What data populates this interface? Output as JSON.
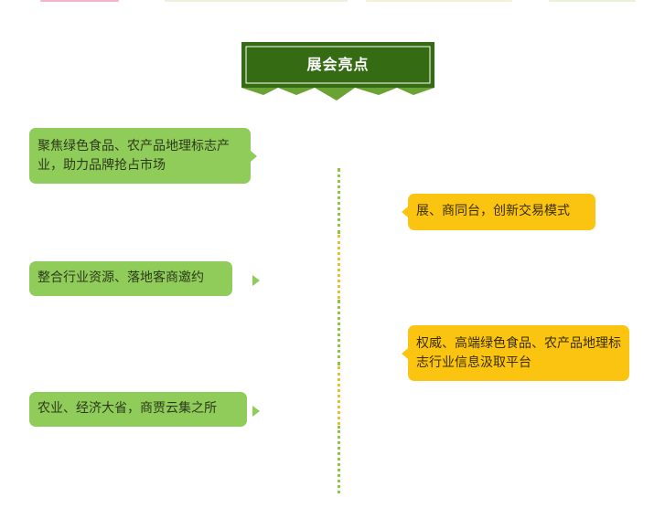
{
  "header": {
    "title": "展会亮点"
  },
  "colors": {
    "banner_dark": "#356b12",
    "banner_light": "#6aa234",
    "green_bubble": "#8fcc5a",
    "yellow_bubble": "#fbc411",
    "timeline_green": "#8dc63f",
    "timeline_yellow": "#e8c22a"
  },
  "highlights": {
    "left": [
      "聚焦绿色食品、农产品地理标志产业，助力品牌抢占市场",
      "整合行业资源、落地客商邀约",
      "农业、经济大省，商贾云集之所"
    ],
    "right": [
      "展、商同台，创新交易模式",
      "权威、高端绿色食品、农产品地理标志行业信息汲取平台"
    ]
  }
}
